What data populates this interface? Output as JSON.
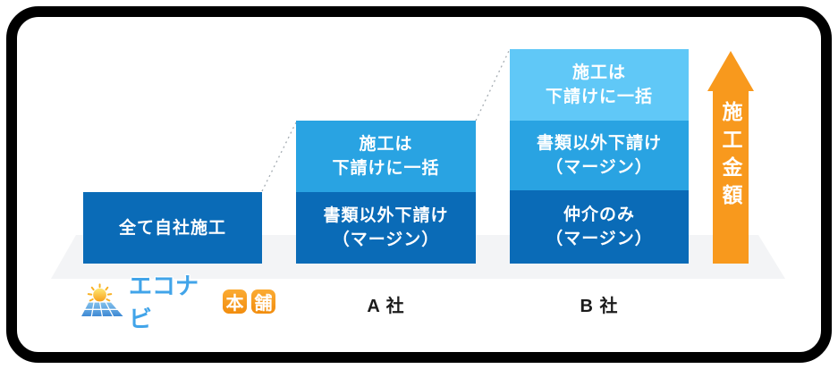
{
  "chart_data": {
    "type": "bar",
    "subtype": "stacked-conceptual",
    "categories": [
      "エコナビ本舗",
      "A 社",
      "B 社"
    ],
    "stacks_bottom_to_top": [
      [
        "全て自社施工"
      ],
      [
        "書類以外下請け（マージン）",
        "施工は下請けに一括"
      ],
      [
        "仲介のみ（マージン）",
        "書類以外下請け（マージン）",
        "施工は下請けに一括"
      ]
    ],
    "relative_heights": [
      1,
      2,
      3
    ],
    "ylabel": "施工金額",
    "legend_position": "none",
    "grid": false
  },
  "bars": [
    {
      "company": "エコナビ本舗",
      "segments": [
        {
          "lines": [
            "全て自社施工"
          ],
          "color": "#0a6bb7"
        }
      ]
    },
    {
      "company": "A 社",
      "label": "A 社",
      "segments": [
        {
          "lines": [
            "施工は",
            "下請けに一括"
          ],
          "color": "#29a3e2"
        },
        {
          "lines": [
            "書類以外下請け",
            "（マージン）"
          ],
          "color": "#0a6bb7"
        }
      ]
    },
    {
      "company": "B 社",
      "label": "B 社",
      "segments": [
        {
          "lines": [
            "施工は",
            "下請けに一括"
          ],
          "color": "#60c8f7"
        },
        {
          "lines": [
            "書類以外下請け",
            "（マージン）"
          ],
          "color": "#29a3e2"
        },
        {
          "lines": [
            "仲介のみ",
            "（マージン）"
          ],
          "color": "#0a6bb7"
        }
      ]
    }
  ],
  "axis_arrow": {
    "label": "施工金額",
    "direction": "up",
    "color": "#f8991d"
  },
  "logo": {
    "icon": "sun-solar-panel-icon",
    "text": "エコナビ",
    "badges": [
      "本",
      "舗"
    ],
    "text_color": "#41a4e9",
    "badge_color": "#f28d0e"
  },
  "colors": {
    "dark_blue": "#0a6bb7",
    "medium_blue": "#29a3e2",
    "light_blue": "#60c8f7",
    "orange": "#f8991d",
    "floor_gray": "#f3f4f6",
    "frame": "#000000"
  }
}
